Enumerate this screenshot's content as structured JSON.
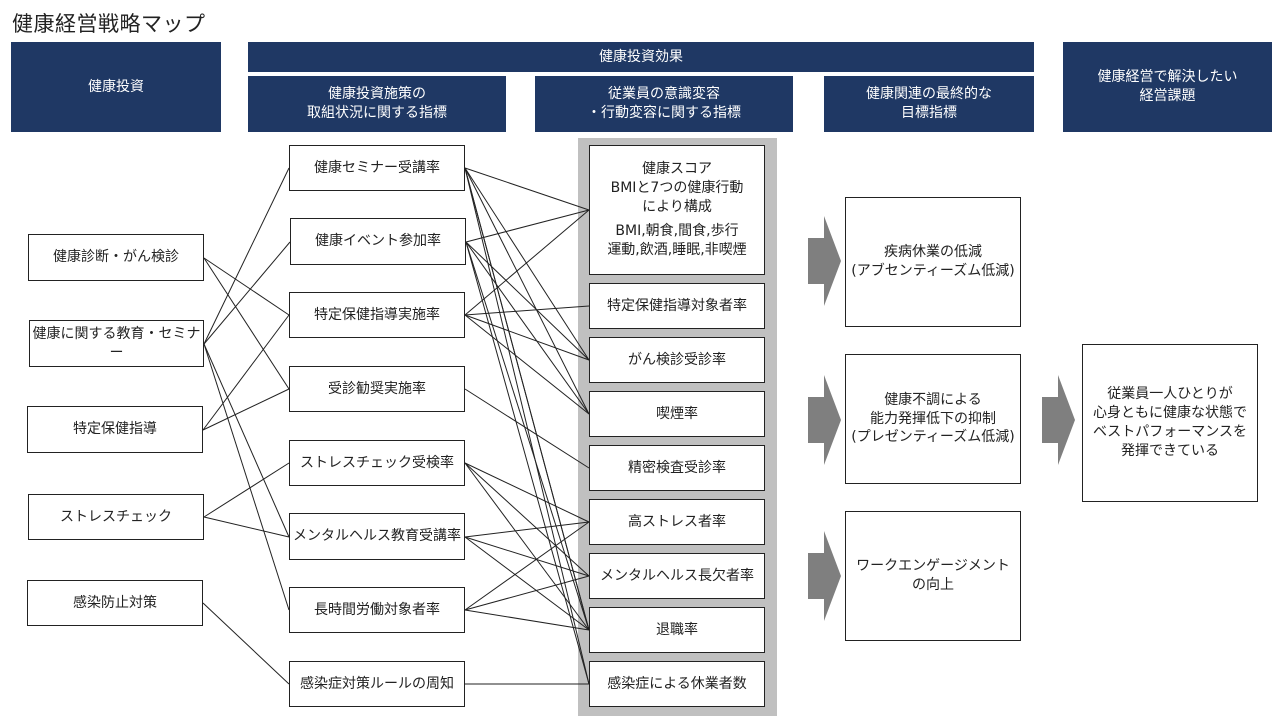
{
  "title": "健康経営戦略マップ",
  "headers": {
    "investment": "健康投資",
    "effect": "健康投資効果",
    "effect_sub": [
      "健康投資施策の\n取組状況に関する指標",
      "従業員の意識変容\n・行動変容に関する指標",
      "健康関連の最終的な\n目標指標"
    ],
    "issue": "健康経営で解決したい\n経営課題"
  },
  "investments": [
    "健康診断・がん検診",
    "健康に関する教育・セミナー",
    "特定保健指導",
    "ストレスチェック",
    "感染防止対策"
  ],
  "measures": [
    "健康セミナー受講率",
    "健康イベント参加率",
    "特定保健指導実施率",
    "受診勧奨実施率",
    "ストレスチェック受検率",
    "メンタルヘルス教育受講率",
    "長時間労働対象者率",
    "感染症対策ルールの周知"
  ],
  "behavior": {
    "score_title": "健康スコア\nBMIと7つの健康行動\nにより構成",
    "score_detail": "BMI,朝食,間食,歩行\n運動,飲酒,睡眠,非喫煙",
    "items": [
      "特定保健指導対象者率",
      "がん検診受診率",
      "喫煙率",
      "精密検査受診率",
      "高ストレス者率",
      "メンタルヘルス長欠者率",
      "退職率",
      "感染症による休業者数"
    ]
  },
  "goals": [
    "疾病休業の低減\n(アブセンティーズム低減)",
    "健康不調による\n能力発揮低下の抑制\n(プレゼンティーズム低減)",
    "ワークエンゲージメント\nの向上"
  ],
  "issue_box": "従業員一人ひとりが\n心身ともに健康な状態で\nベストパフォーマンスを\n発揮できている",
  "links_investment_to_measure": [
    [
      0,
      2
    ],
    [
      0,
      3
    ],
    [
      1,
      0
    ],
    [
      1,
      1
    ],
    [
      1,
      5
    ],
    [
      1,
      6
    ],
    [
      2,
      2
    ],
    [
      2,
      3
    ],
    [
      3,
      4
    ],
    [
      3,
      5
    ],
    [
      4,
      7
    ]
  ],
  "links_measure_to_behavior": [
    [
      0,
      0
    ],
    [
      0,
      2
    ],
    [
      0,
      3
    ],
    [
      0,
      7
    ],
    [
      0,
      8
    ],
    [
      0,
      7
    ],
    [
      1,
      0
    ],
    [
      1,
      2
    ],
    [
      1,
      3
    ],
    [
      1,
      7
    ],
    [
      1,
      8
    ],
    [
      2,
      0
    ],
    [
      2,
      1
    ],
    [
      2,
      2
    ],
    [
      2,
      3
    ],
    [
      3,
      4
    ],
    [
      4,
      5
    ],
    [
      4,
      6
    ],
    [
      4,
      7
    ],
    [
      5,
      5
    ],
    [
      5,
      6
    ],
    [
      5,
      7
    ],
    [
      6,
      5
    ],
    [
      6,
      6
    ],
    [
      6,
      7
    ],
    [
      7,
      8
    ]
  ],
  "colors": {
    "header": "#1f3864",
    "gray_panel": "#c0c0c0",
    "arrow": "#7f7f7f"
  }
}
